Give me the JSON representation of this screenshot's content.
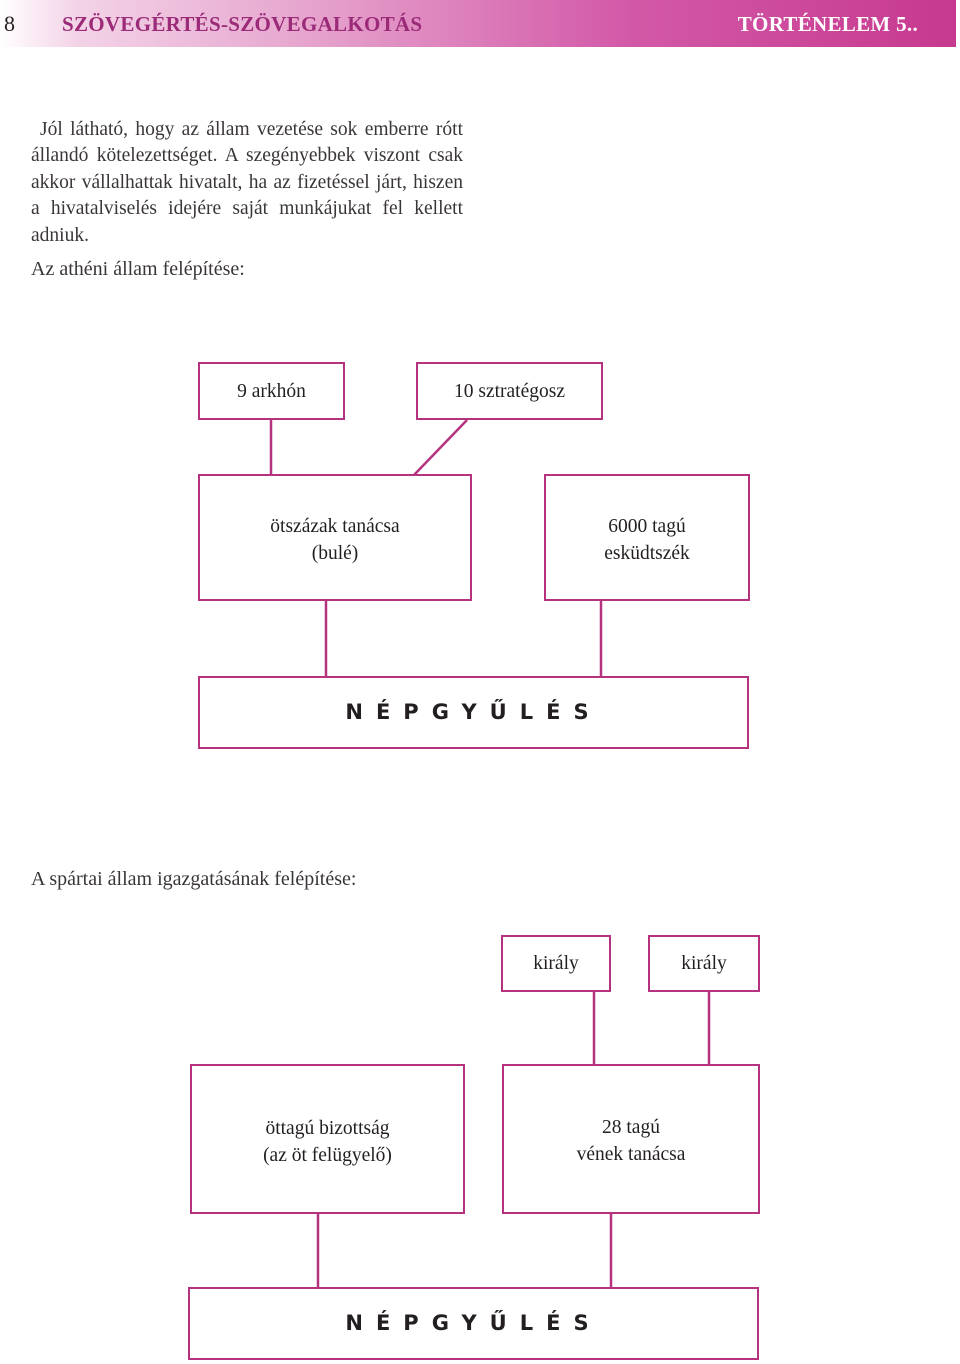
{
  "header": {
    "page_number": "8",
    "title": "SZÖVEGÉRTÉS-SZÖVEGALKOTÁS",
    "subject": "TÖRTÉNELEM 5.."
  },
  "intro_paragraph": "Jól látható, hogy az állam vezetése sok em­berre rótt állandó kötelezettséget. A szegényeb­bek viszont csak akkor vállalhattak hivatalt, ha az fizetéssel járt, hiszen a hivatalviselés idejére saját munkájukat fel kellett adniuk.",
  "athens": {
    "heading": "Az athéni állam felépítése:",
    "archons": "9 arkhón",
    "strategoi": "10 sztratégosz",
    "council_line1": "ötszázak tanácsa",
    "council_line2": "(bulé)",
    "court_line1": "6000 tagú",
    "court_line2": "esküdtszék",
    "assembly": "NÉPGYŰLÉS"
  },
  "sparta": {
    "heading": "A spártai állam igazgatásának felépítése:",
    "king1": "király",
    "king2": "király",
    "ephors_line1": "öttagú bizottság",
    "ephors_line2": "(az öt felügyelő)",
    "elders_line1": "28 tagú",
    "elders_line2": "vének tanácsa",
    "assembly": "NÉPGYŰLÉS"
  },
  "colors": {
    "box_border": "#b5327f",
    "header_gradient_end": "#c6398f",
    "header_title": "#9b2a78",
    "text": "#231f20"
  }
}
